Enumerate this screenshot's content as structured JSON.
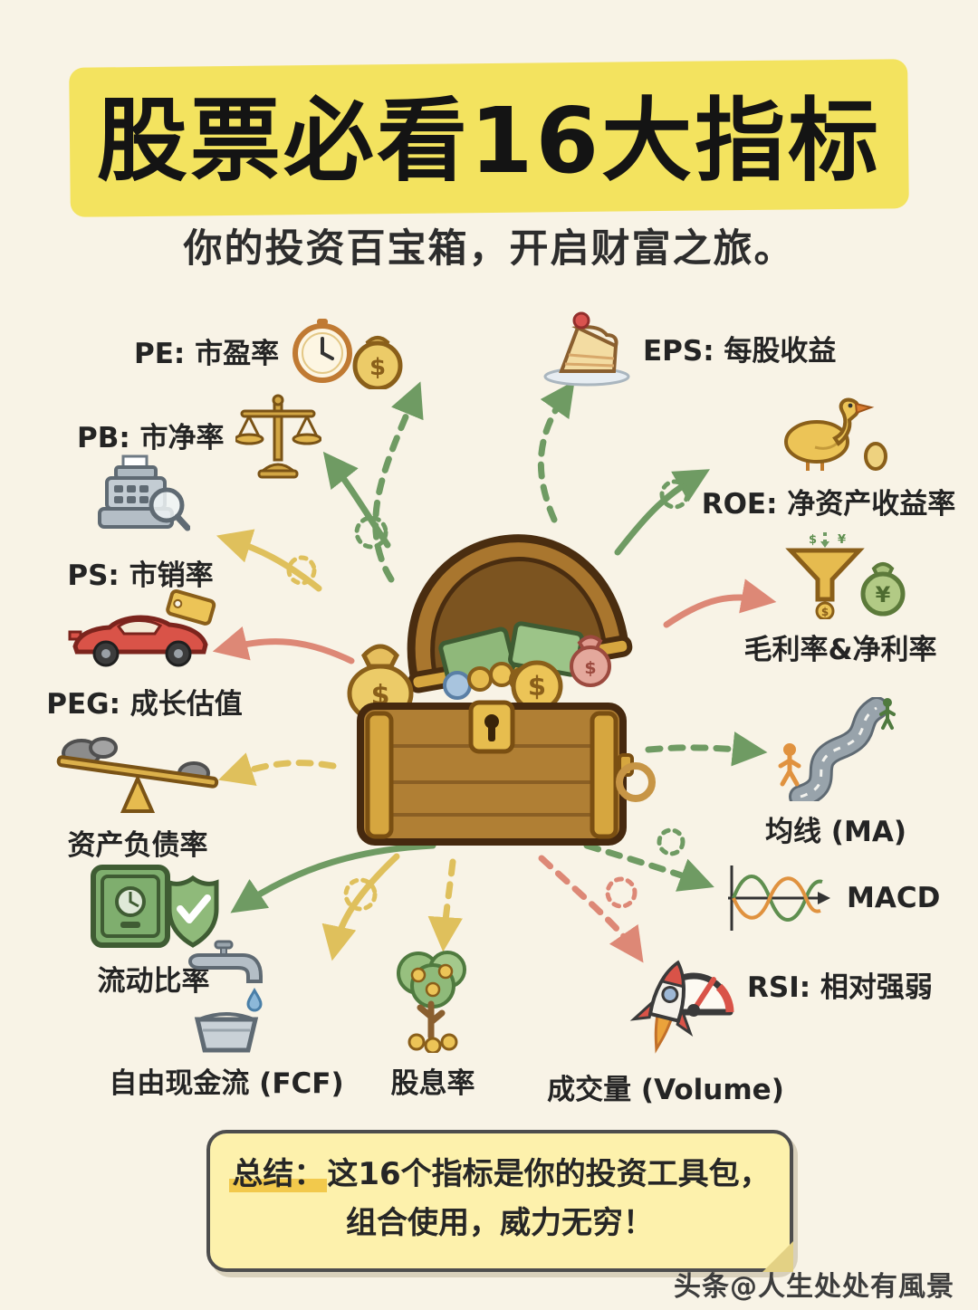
{
  "title": "股票必看16大指标",
  "subtitle": "你的投资百宝箱，开启财富之旅。",
  "indicators": [
    {
      "id": "pe",
      "label": "PE: 市盈率"
    },
    {
      "id": "pb",
      "label": "PB: 市净率"
    },
    {
      "id": "ps",
      "label": "PS: 市销率"
    },
    {
      "id": "peg",
      "label": "PEG: 成长估值"
    },
    {
      "id": "debt",
      "label": "资产负债率"
    },
    {
      "id": "current",
      "label": "流动比率"
    },
    {
      "id": "fcf",
      "label": "自由现金流 (FCF)"
    },
    {
      "id": "dividend",
      "label": "股息率"
    },
    {
      "id": "volume",
      "label": "成交量 (Volume)"
    },
    {
      "id": "rsi",
      "label": "RSI: 相对强弱"
    },
    {
      "id": "macd",
      "label": "MACD"
    },
    {
      "id": "ma",
      "label": "均线 (MA)"
    },
    {
      "id": "margin",
      "label": "毛利率&净利率"
    },
    {
      "id": "roe",
      "label": "ROE: 净资产收益率"
    },
    {
      "id": "eps",
      "label": "EPS: 每股收益"
    }
  ],
  "summary": {
    "highlight": "总结：",
    "line1": "这16个指标是你的投资工具包，",
    "line2": "组合使用，威力无穷！"
  },
  "watermark": "头条@人生处处有風景",
  "colors": {
    "background": "#f8f3e6",
    "title_highlight": "#f3e35f",
    "summary_bg": "#fdf1ac",
    "arrow_green": "#6f9b63",
    "arrow_yellow": "#dfc05c",
    "arrow_salmon": "#dd8876"
  }
}
